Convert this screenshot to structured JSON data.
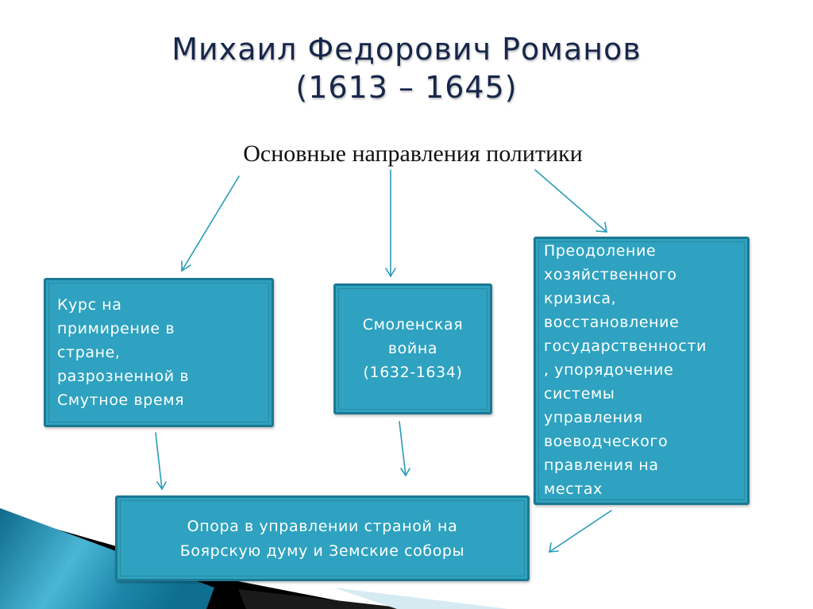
{
  "slide": {
    "title": {
      "line1": "Михаил Федорович Романов",
      "line2": "(1613 – 1645)"
    },
    "subtitle": "Основные направления политики",
    "boxes": {
      "left": {
        "lines": [
          "Курс на",
          "примирение в",
          "стране,",
          "разрозненной в",
          "Смутное время"
        ]
      },
      "center": {
        "lines": [
          "Смоленская",
          "война",
          "(1632-1634)"
        ]
      },
      "right": {
        "lines": [
          "Преодоление",
          "хозяйственного",
          "кризиса,",
          "восстановление",
          "государственности",
          ", упорядочение",
          "системы",
          "управления",
          "воеводческого",
          "правления на",
          "местах"
        ]
      },
      "bottom": {
        "lines": [
          "Опора в управлении страной на",
          "Боярскую думу и Земские соборы"
        ]
      }
    },
    "colors": {
      "box_fill": "#2ea2c0",
      "box_border": "#1d7892",
      "arrow": "#2a9bb8",
      "title": "#17264a"
    }
  }
}
